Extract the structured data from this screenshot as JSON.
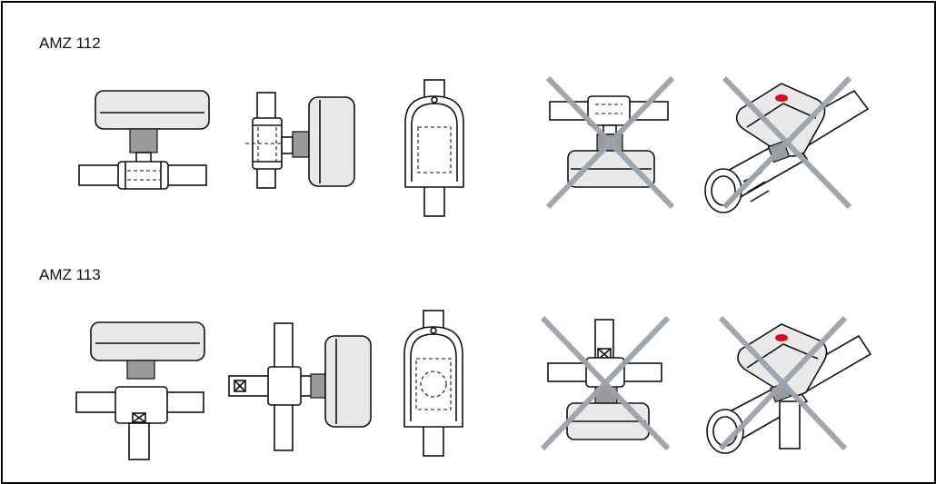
{
  "sections": [
    {
      "label": "AMZ 112"
    },
    {
      "label": "AMZ 113"
    }
  ],
  "icons": {
    "correct": "mounting-position-ok",
    "wrong": "mounting-position-not-allowed-cross-icon"
  },
  "colors": {
    "cross": "#9aa3ad",
    "indicator": "#d40f1f",
    "frame": "#000000"
  }
}
